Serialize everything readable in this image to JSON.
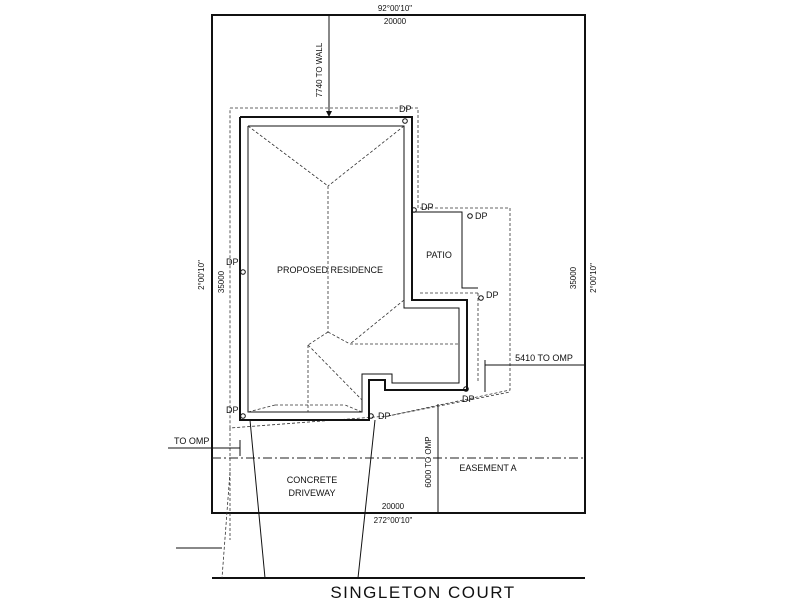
{
  "labels": {
    "bearing_top": "92°00'10\"",
    "length_top": "20000",
    "setback_rear": "7740 TO WALL",
    "bearing_left": "2°00'10\"",
    "length_left": "35000",
    "bearing_right": "2°00'10\"",
    "length_right": "35000",
    "length_bottom": "20000",
    "bearing_bottom": "272°00'10\"",
    "residence": "PROPOSED RESIDENCE",
    "patio": "PATIO",
    "setback_side": "5410  TO  OMP",
    "setback_left": "TO  OMP",
    "setback_front": "6000 TO OMP",
    "easement": "EASEMENT A",
    "driveway_line1": "CONCRETE",
    "driveway_line2": "DRIVEWAY",
    "street": "SINGLETON COURT",
    "downpipe": "DP"
  }
}
